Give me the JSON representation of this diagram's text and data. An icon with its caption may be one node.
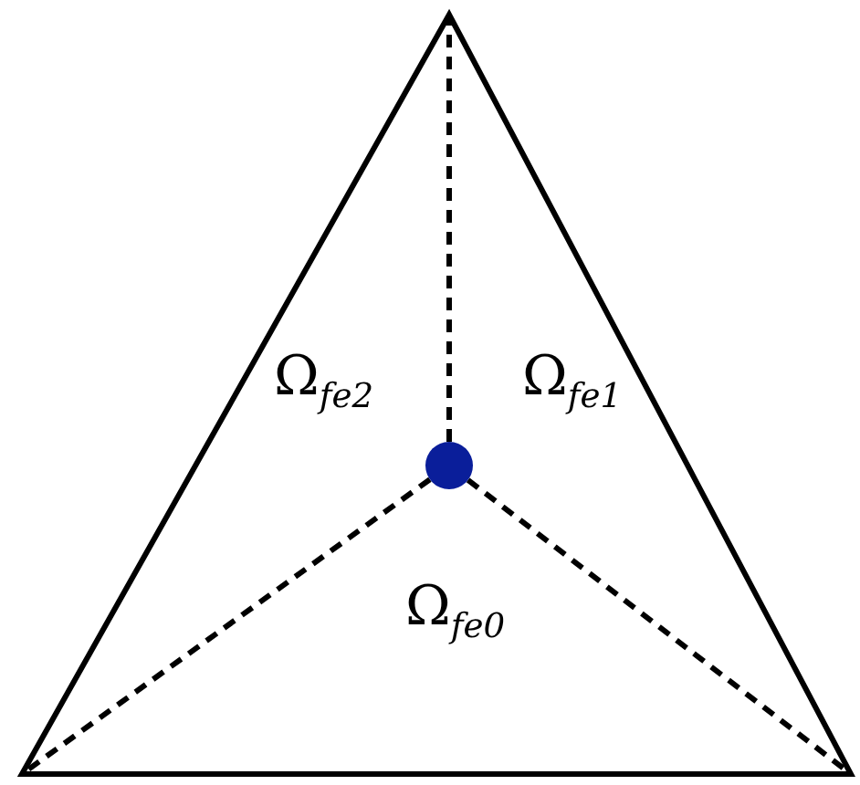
{
  "diagram": {
    "nodes": [
      {
        "text": [],
        "shape": "triangle"
      },
      {
        "text": [],
        "shape": "circle",
        "in": 0
      }
    ],
    "edges": [
      {
        "from": 1,
        "to": 0,
        "arrow": "none",
        "style": "dashed"
      },
      {
        "from": 1,
        "to": 0,
        "arrow": "none",
        "style": "dashed"
      },
      {
        "from": 1,
        "to": 0,
        "arrow": "none",
        "style": "dashed"
      }
    ],
    "labels": [
      "Ω$_{fe}$$_{2}$",
      "Ω$_{fe}$$_{1}$",
      "Ω$_{fe}$$_{0}$"
    ]
  }
}
